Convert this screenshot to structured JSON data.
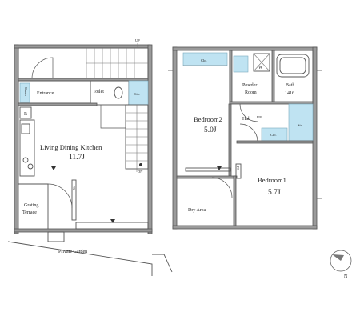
{
  "floor1": {
    "entrance": "Entrance",
    "shoe_storage": "Shoes",
    "toilet": "Toilet",
    "storage": "Sto.",
    "fridge_mark": "R",
    "ldk_label": "Living Dining Kitchen",
    "ldk_size": "11.7J",
    "grating_line1": "Grating",
    "grating_line2": "Terrace",
    "private_garden": "Private Garden",
    "stair_up": "UP",
    "stair_dn": "DN",
    "ps": "PS"
  },
  "floor2": {
    "closet_top": "Clo.",
    "washer": "W",
    "powder_line1": "Powder",
    "powder_line2": "Room",
    "bath": "Bath",
    "bath_size": "1416",
    "bedroom2": "Bedroom2",
    "bedroom2_size": "5.0J",
    "hall": "Hall",
    "hall_up": "UP",
    "storage": "Sto.",
    "closet_small": "Clo.",
    "bedroom1": "Bedroom1",
    "bedroom1_size": "5.7J",
    "dry_area": "Dry Area",
    "ps": "PS"
  },
  "compass": {
    "north": "N"
  }
}
